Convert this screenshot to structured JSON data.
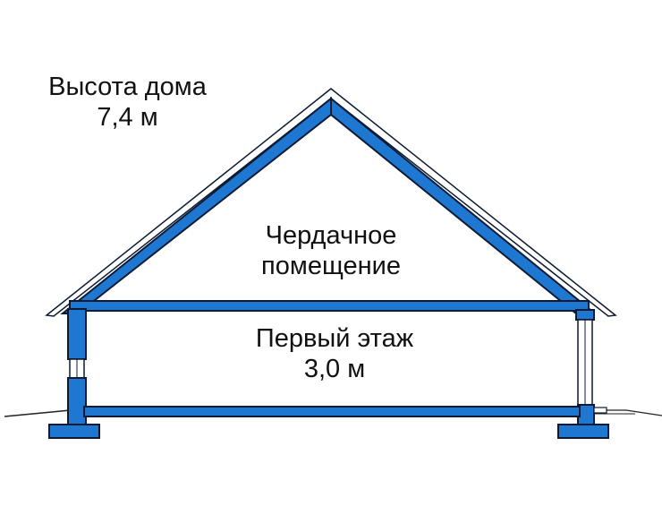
{
  "labels": {
    "house_height": {
      "line1": "Высота дома",
      "line2": "7,4 м"
    },
    "attic": {
      "line1": "Чердачное",
      "line2": "помещение"
    },
    "first_floor": {
      "line1": "Первый этаж",
      "line2": "3,0 м"
    }
  },
  "colors": {
    "structure": "#1e78d2",
    "outline": "#0d1a33",
    "background": "#ffffff",
    "text": "#111111"
  }
}
